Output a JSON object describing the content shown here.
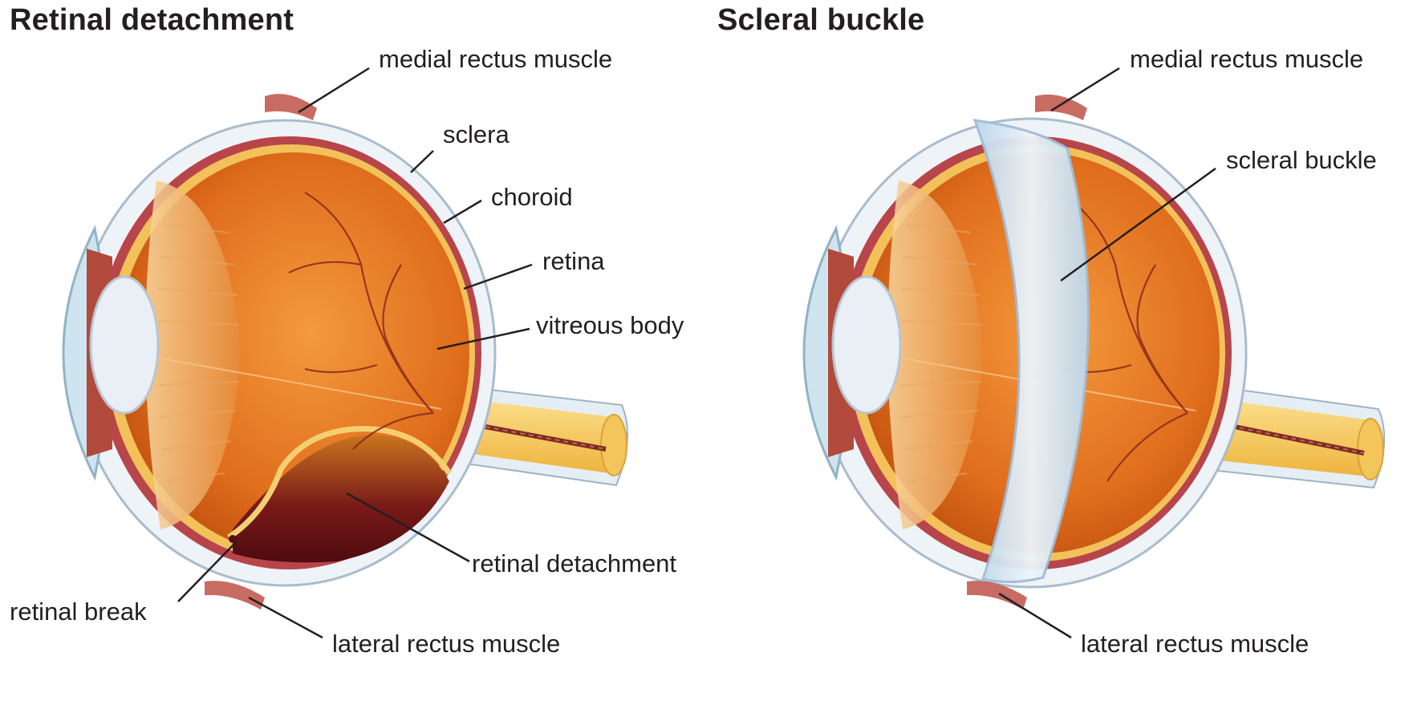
{
  "titles": {
    "left": "Retinal detachment",
    "right": "Scleral buckle"
  },
  "labels": {
    "left": {
      "medial_rectus": "medial rectus muscle",
      "sclera": "sclera",
      "choroid": "choroid",
      "retina": "retina",
      "vitreous_body": "vitreous body",
      "retinal_detachment": "retinal detachment",
      "retinal_break": "retinal break",
      "lateral_rectus": "lateral rectus muscle"
    },
    "right": {
      "medial_rectus": "medial rectus muscle",
      "scleral_buckle": "scleral buckle",
      "lateral_rectus": "lateral rectus muscle"
    }
  },
  "colors": {
    "sclera": "#eef3f8",
    "choroid": "#b8454a",
    "retina": "#f2c15a",
    "vitreous": "#e57d28",
    "detachment_fluid": "#6e0f16",
    "lens": "#e9eff5",
    "cornea": "#cfe4ef",
    "optic_nerve": "#f6c860",
    "buckle": "#d3e4f1",
    "muscle": "#c86b62"
  }
}
